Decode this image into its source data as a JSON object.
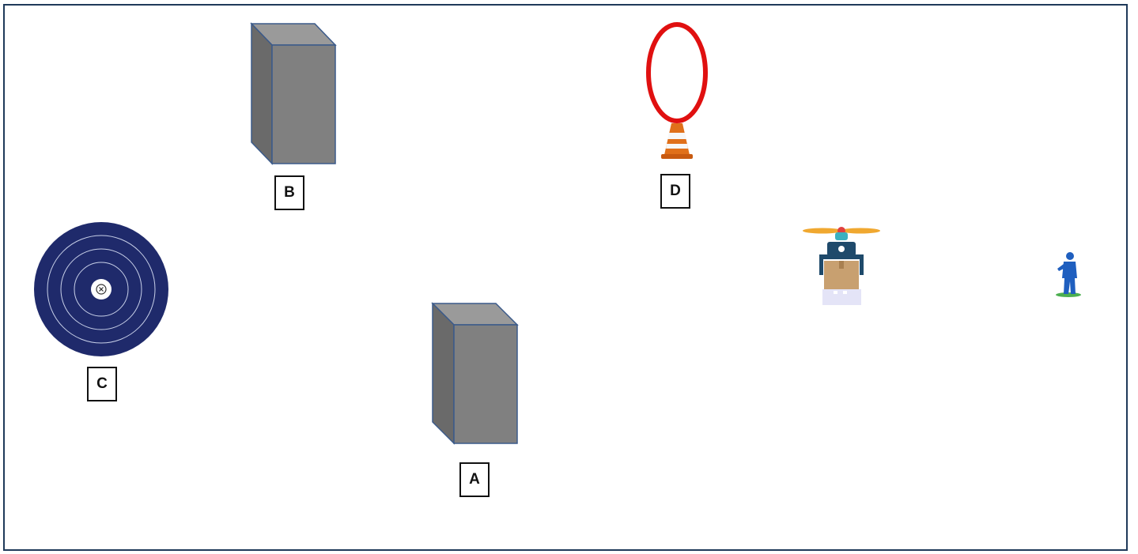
{
  "labels": {
    "a": "A",
    "b": "B",
    "c": "C",
    "d": "D"
  },
  "objects": {
    "a": "gray-box-obstacle",
    "b": "gray-box-obstacle",
    "c": "target",
    "d": "red-hoop-on-traffic-cone",
    "drone": "drone-carrying-package",
    "person": "person-standing"
  },
  "colors": {
    "border": "#1f3a5a",
    "box_front": "#808080",
    "box_top": "#9a9a9a",
    "box_side": "#6a6a6a",
    "box_edge": "#3b5a8a",
    "target_fill": "#1f2a6b",
    "hoop": "#e01010",
    "cone": "#e0701a",
    "person": "#1f5fbf",
    "grass": "#4caf50",
    "propeller": "#f0a830",
    "drone_body": "#1f4a6b",
    "package": "#c8a070"
  }
}
